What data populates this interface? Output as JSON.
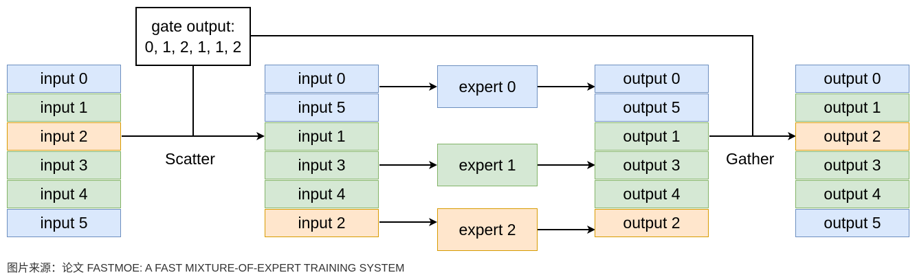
{
  "gate": {
    "title": "gate output:",
    "values": "0, 1, 2, 1, 1, 2"
  },
  "input_column": [
    "input 0",
    "input 1",
    "input 2",
    "input 3",
    "input 4",
    "input 5"
  ],
  "scattered_column": [
    "input 0",
    "input 5",
    "input 1",
    "input 3",
    "input 4",
    "input 2"
  ],
  "experts": [
    "expert 0",
    "expert 1",
    "expert 2"
  ],
  "expert_output_column": [
    "output 0",
    "output 5",
    "output 1",
    "output 3",
    "output 4",
    "output 2"
  ],
  "output_column": [
    "output 0",
    "output 1",
    "output 2",
    "output 3",
    "output 4",
    "output 5"
  ],
  "labels": {
    "scatter": "Scatter",
    "gather": "Gather"
  },
  "caption": "图片来源：论文 FASTMOE: A FAST MIXTURE-OF-EXPERT TRAINING SYSTEM",
  "colors": {
    "expert_0": "#dae8fc",
    "expert_1": "#d5e8d4",
    "expert_2": "#ffe6cc"
  }
}
